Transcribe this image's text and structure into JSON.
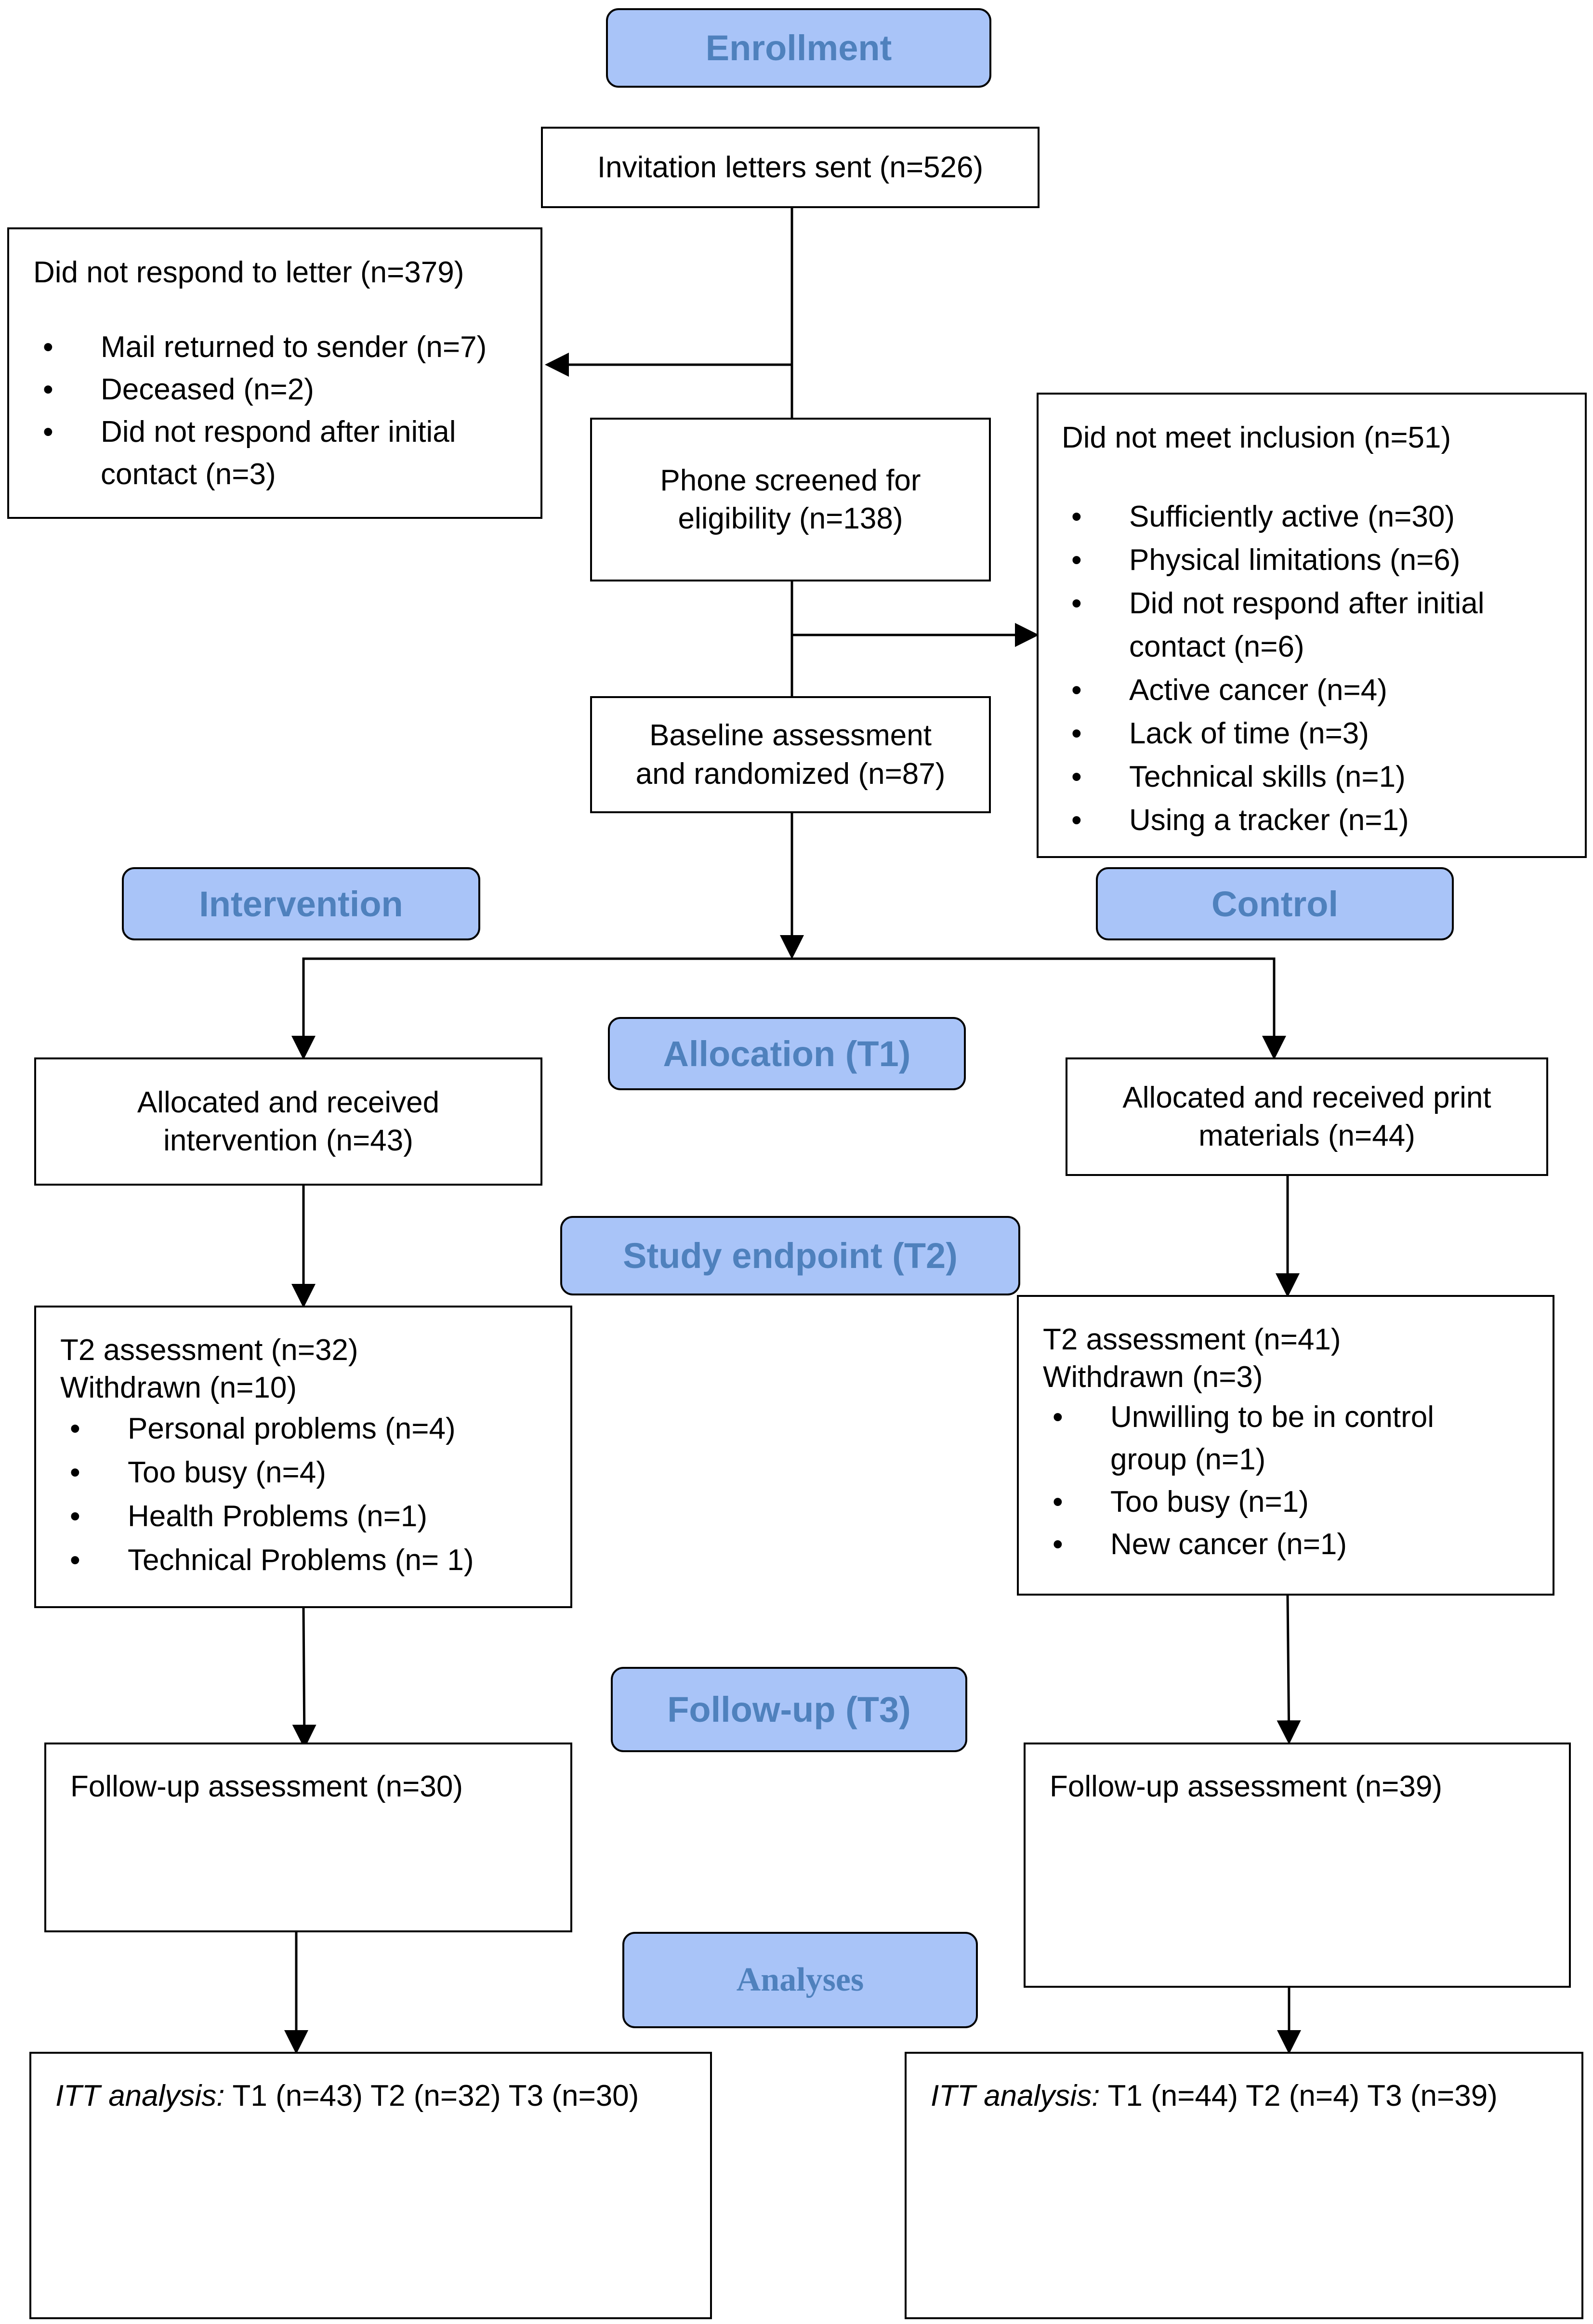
{
  "headers": {
    "enrollment": "Enrollment",
    "intervention": "Intervention",
    "control": "Control",
    "allocation": "Allocation (T1)",
    "study_endpoint": "Study endpoint (T2)",
    "follow_up": "Follow-up (T3)",
    "analyses": "Analyses"
  },
  "invitation": "Invitation letters sent (n=526)",
  "no_response": {
    "title": "Did not respond to letter (n=379)",
    "items": [
      "Mail returned to sender (n=7)",
      "Deceased (n=2)",
      "Did not respond after initial contact (n=3)"
    ]
  },
  "phone_screened": "Phone screened for eligibility (n=138)",
  "not_meet": {
    "title": "Did not meet inclusion (n=51)",
    "items": [
      "Sufficiently active (n=30)",
      "Physical limitations (n=6)",
      "Did not respond after initial contact (n=6)",
      "Active cancer (n=4)",
      "Lack of time (n=3)",
      "Technical skills (n=1)",
      "Using a tracker (n=1)"
    ]
  },
  "baseline": "Baseline assessment and randomized (n=87)",
  "alloc_int": "Allocated and received intervention (n=43)",
  "alloc_ctrl": "Allocated and received print materials (n=44)",
  "t2_int": {
    "line1": "T2 assessment (n=32)",
    "line2": "Withdrawn (n=10)",
    "items": [
      "Personal problems (n=4)",
      "Too busy (n=4)",
      "Health Problems (n=1)",
      "Technical Problems (n= 1)"
    ]
  },
  "t2_ctrl": {
    "line1": "T2 assessment (n=41)",
    "line2": "Withdrawn (n=3)",
    "items": [
      "Unwilling to be in control group (n=1)",
      "Too busy (n=1)",
      "New cancer (n=1)"
    ]
  },
  "followup_int": "Follow-up assessment (n=30)",
  "followup_ctrl": "Follow-up assessment (n=39)",
  "itt_int": {
    "label": "ITT analysis:",
    "text": " T1 (n=43) T2 (n=32) T3 (n=30)"
  },
  "itt_ctrl": {
    "label": "ITT analysis:",
    "text": " T1 (n=44) T2 (n=4) T3 (n=39)"
  }
}
